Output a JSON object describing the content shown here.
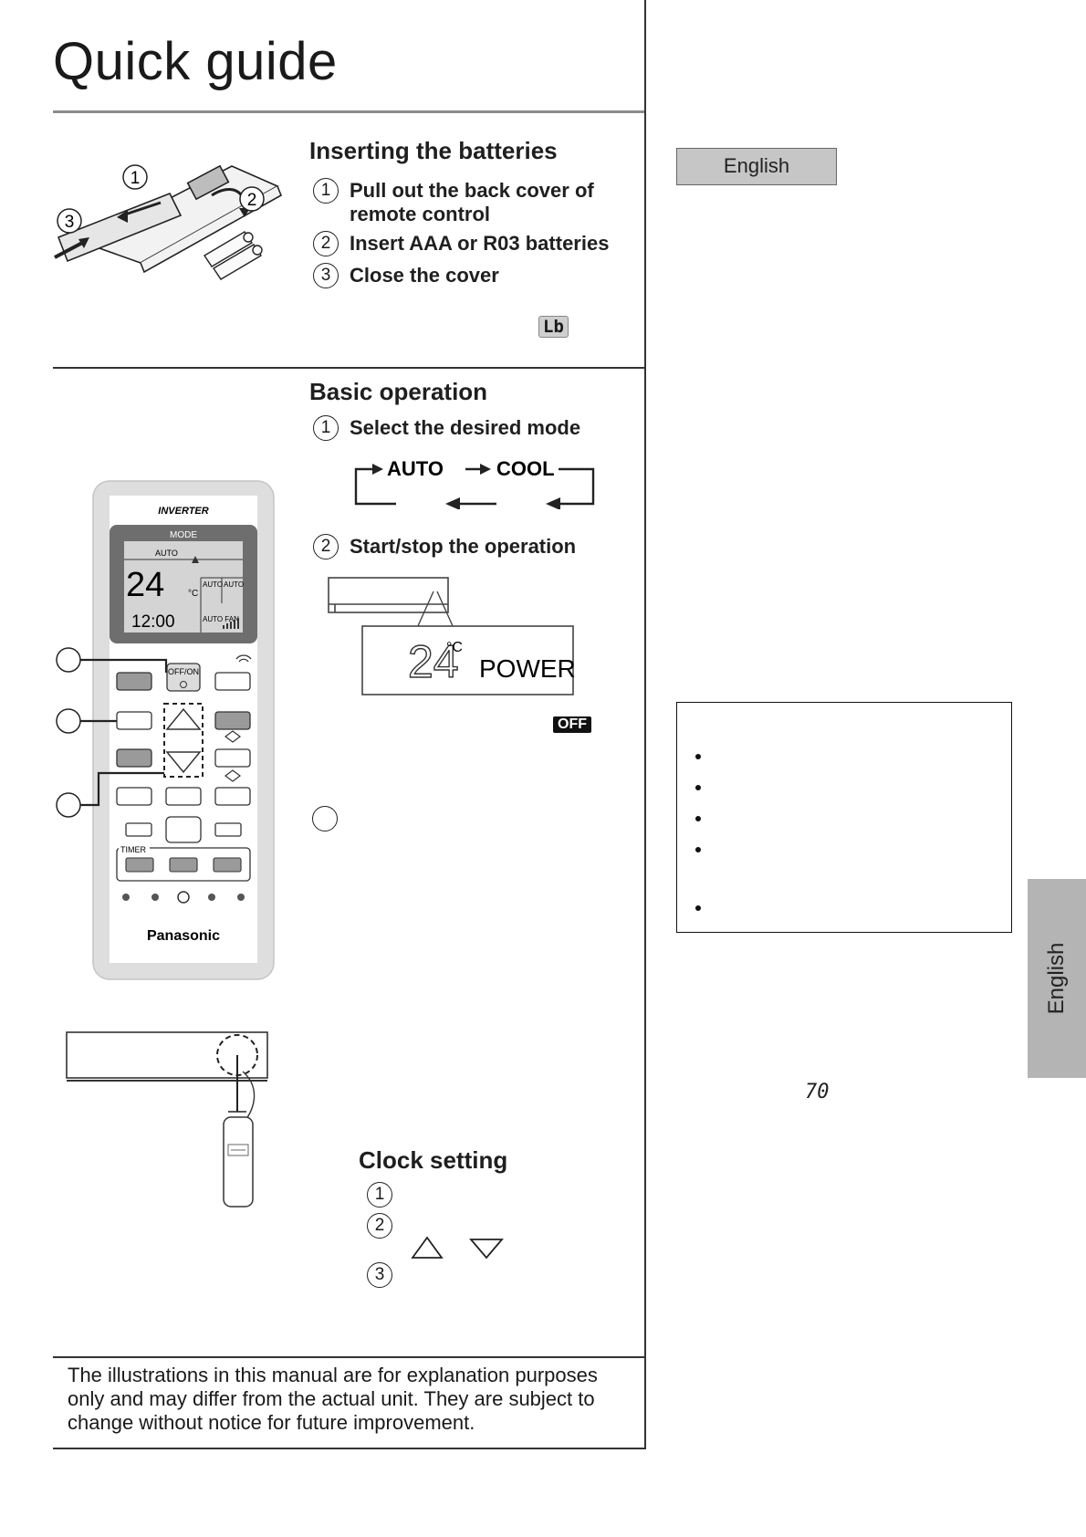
{
  "page": {
    "title": "Quick guide"
  },
  "language_selector": {
    "label": "English"
  },
  "side_tab": {
    "label": "English"
  },
  "page_marker": {
    "value": "70"
  },
  "batteries": {
    "heading": "Inserting the batteries",
    "steps": [
      {
        "num": "1",
        "text": "Pull out the back cover of\nremote control"
      },
      {
        "num": "2",
        "text": "Insert AAA or R03 batteries"
      },
      {
        "num": "3",
        "text": "Close the cover"
      }
    ],
    "illustration_labels": [
      "1",
      "2",
      "3"
    ],
    "lcd_badge": "Lb"
  },
  "basic_operation": {
    "heading": "Basic operation",
    "steps": [
      {
        "num": "1",
        "text": "Select the desired mode"
      },
      {
        "num": "2",
        "text": "Start/stop the operation"
      }
    ],
    "mode_cycle": {
      "first": "AUTO",
      "second": "COOL"
    },
    "unit_display": {
      "temperature": "24",
      "unit": "°C",
      "status": "POWER"
    },
    "off_badge": "OFF"
  },
  "remote_control": {
    "brand_line": "INVERTER",
    "mode_label": "MODE",
    "mode_value": "AUTO",
    "temperature": "24",
    "temp_unit": "°C",
    "clock": "12:00",
    "fan_label": "AUTO FAN",
    "swing_auto_1": "AUTO",
    "swing_auto_2": "AUTO",
    "power_button": "OFF/ON",
    "timer_label": "TIMER",
    "brand": "Panasonic"
  },
  "clock_setting": {
    "heading": "Clock setting",
    "steps": [
      {
        "num": "1"
      },
      {
        "num": "2"
      },
      {
        "num": "3"
      }
    ]
  },
  "footer": {
    "text": "The illustrations in this manual are for explanation purposes\nonly and may differ from the actual unit. They are subject to\nchange without notice for future improvement."
  },
  "colors": {
    "tab_grey": "#b4b4b4",
    "language_box": "#c6c6c6",
    "rule_grey": "#8c8c8c"
  }
}
